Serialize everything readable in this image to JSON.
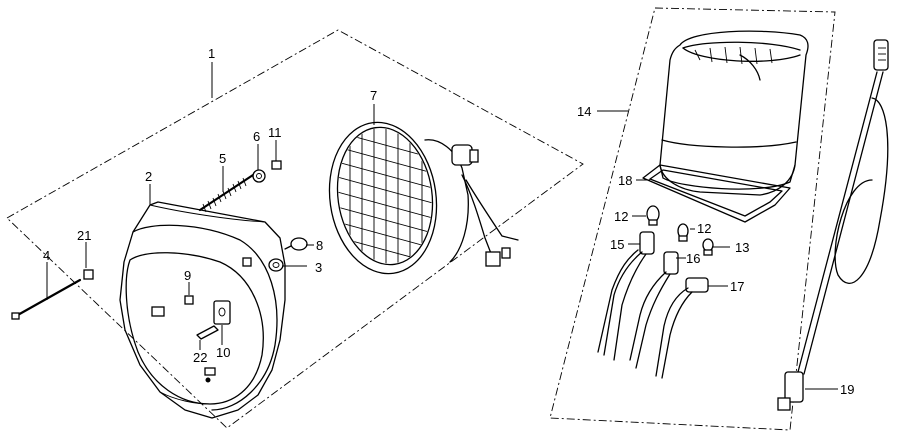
{
  "labels": {
    "p1": "1",
    "p2": "2",
    "p3": "3",
    "p4": "4",
    "p5": "5",
    "p6": "6",
    "p7": "7",
    "p8": "8",
    "p9": "9",
    "p10": "10",
    "p11": "11",
    "p12a": "12",
    "p12b": "12",
    "p13": "13",
    "p14": "14",
    "p15": "15",
    "p16": "16",
    "p17": "17",
    "p18": "18",
    "p19": "19",
    "p21": "21",
    "p22": "22"
  }
}
